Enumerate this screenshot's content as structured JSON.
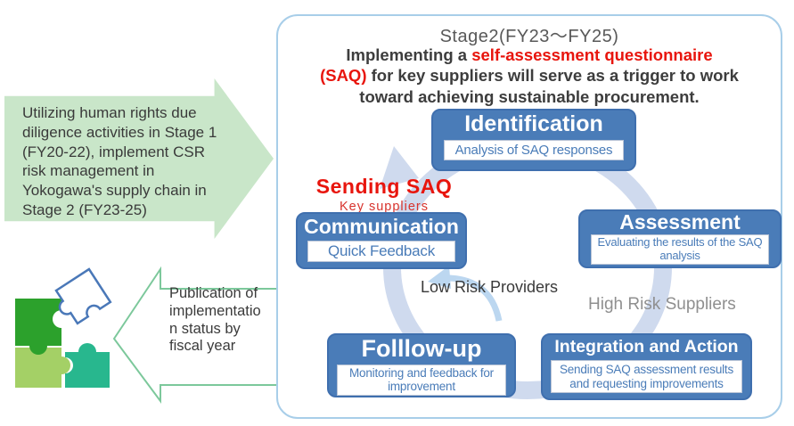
{
  "left_flow": {
    "stage1_text": "Utilizing human rights due diligence activities in Stage 1 (FY20-22), implement CSR risk management in Yokogawa's supply chain in Stage 2 (FY23-25)",
    "publication_lines": [
      "Publication of",
      "implementatio",
      "n status by",
      "fiscal year"
    ]
  },
  "panel": {
    "title": "Stage2(FY23～FY25)",
    "subtitle": {
      "l1_dark": "Implementing a ",
      "l1_red": "self-assessment questionnaire",
      "l2_red": "(SAQ)",
      "l2_dark": " for key suppliers will serve as a trigger to work",
      "l3_dark": "toward achieving sustainable procurement."
    },
    "sending_saq": {
      "title": "Sending SAQ",
      "subtitle": "Key suppliers"
    },
    "cycle": {
      "identification": {
        "title": "Identification",
        "detail": "Analysis of SAQ responses"
      },
      "assessment": {
        "title": "Assessment",
        "detail": "Evaluating the results of the SAQ analysis"
      },
      "integration": {
        "title": "Integration and Action",
        "detail": "Sending SAQ assessment results and requesting improvements"
      },
      "followup": {
        "title": "Folllow-up",
        "detail": "Monitoring and feedback for improvement"
      },
      "communication": {
        "title": "Communication",
        "detail": "Quick Feedback"
      }
    },
    "labels": {
      "low_risk": "Low Risk Providers",
      "high_risk": "High Risk Suppliers"
    }
  },
  "colors": {
    "box_blue": "#4a7cb8",
    "ring_blue": "#cfdaee",
    "accent_red": "#e8150d",
    "green_arrow_fill": "#c9e6c9",
    "publication_arrow_outline": "#7cc89b",
    "panel_border": "#a8cee9",
    "puzzle_dark_green": "#2ca12c",
    "puzzle_light_green": "#a4d066",
    "puzzle_teal": "#28b78e",
    "puzzle_blue_outline": "#4a78b8"
  }
}
